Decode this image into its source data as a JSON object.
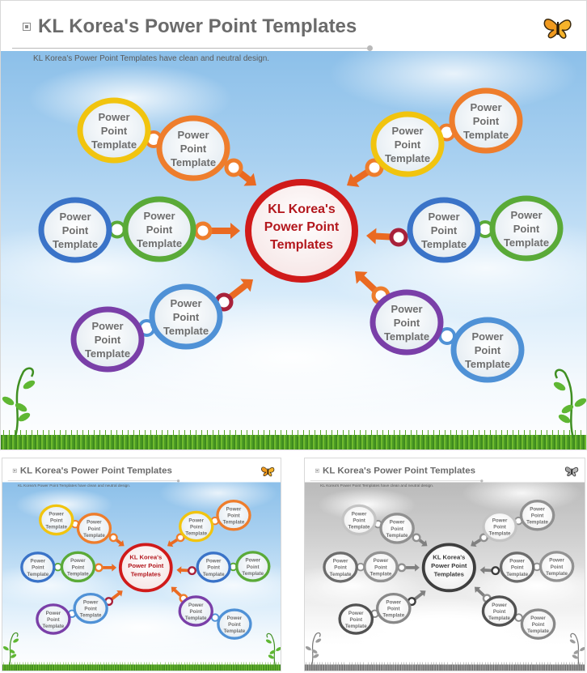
{
  "slide": {
    "title": "KL Korea's Power Point Templates",
    "subtitle": "KL Korea's Power Point Templates  have clean and neutral design."
  },
  "center": {
    "lines": [
      "KL Korea's",
      "Power Point",
      "Templates"
    ],
    "color": "#d01a1a"
  },
  "node_text": {
    "lines": [
      "Power",
      "Point",
      "Template"
    ]
  },
  "colors": {
    "yellow": "#f1c40f",
    "orange": "#ee7d2c",
    "blue": "#3a73c8",
    "green": "#5aaa38",
    "lightblue": "#4f91d6",
    "purple": "#7a3fa8",
    "arrow": "#ea6a22"
  },
  "icons": [
    "butterfly-icon",
    "plant-sprout-icon"
  ],
  "thumbnails": [
    {
      "label": "color-variant"
    },
    {
      "label": "grayscale-variant"
    }
  ]
}
